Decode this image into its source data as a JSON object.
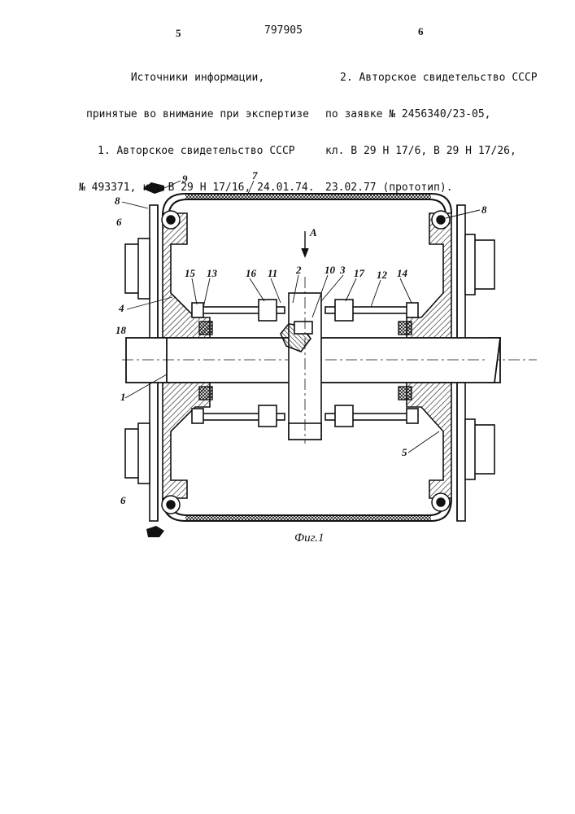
{
  "header": {
    "patent_number": "797905",
    "page_left": "5",
    "page_right": "6"
  },
  "references": {
    "left": {
      "title_line1": "Источники информации,",
      "title_line2": "принятые во внимание при экспертизе",
      "item1_line1": "1. Авторское свидетельство СССР",
      "item1_line2": "№ 493371, кл. В 29 Н 17/16, 24.01.74."
    },
    "right": {
      "item2_line1": "2. Авторское свидетельство СССР",
      "item2_line2": "по заявке № 2456340/23-05,",
      "item2_line3": "кл. В 29 Н 17/6, В 29 Н 17/26,",
      "item2_line4": "23.02.77 (прототип)."
    }
  },
  "figure": {
    "caption": "Фиг.1",
    "view_label": "А",
    "part_labels": {
      "l1": "1",
      "l2": "2",
      "l3": "3",
      "l4": "4",
      "l5": "5",
      "l6a": "6",
      "l6b": "6",
      "l7": "7",
      "l8a": "8",
      "l8b": "8",
      "l9": "9",
      "l10": "10",
      "l11": "11",
      "l12": "12",
      "l13": "13",
      "l14": "14",
      "l15": "15",
      "l16": "16",
      "l17": "17",
      "l18": "18"
    }
  }
}
